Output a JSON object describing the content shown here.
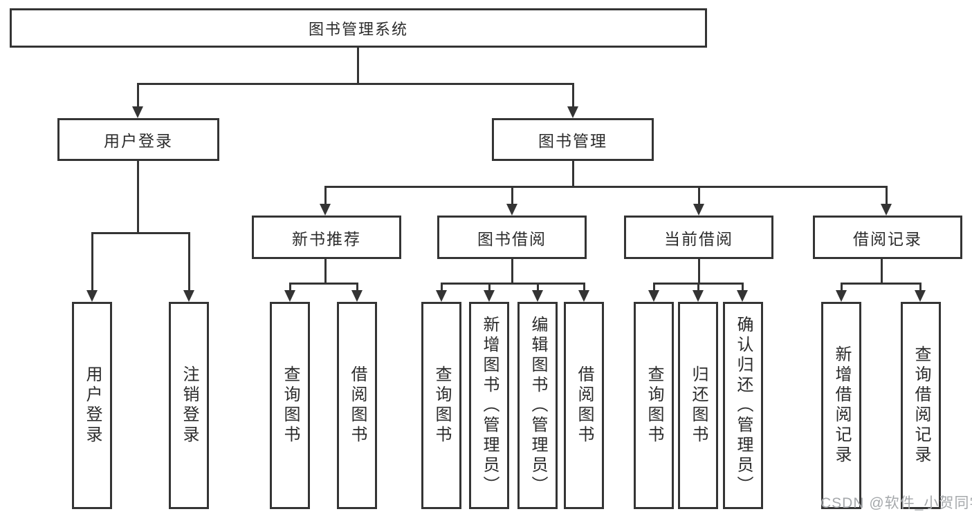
{
  "diagram": {
    "root": {
      "label": "图书管理系统",
      "children": [
        {
          "label": "用户登录",
          "children": [
            {
              "label": "用户登录"
            },
            {
              "label": "注销登录"
            }
          ]
        },
        {
          "label": "图书管理",
          "children": [
            {
              "label": "新书推荐",
              "children": [
                {
                  "label": "查询图书"
                },
                {
                  "label": "借阅图书"
                }
              ]
            },
            {
              "label": "图书借阅",
              "children": [
                {
                  "label": "查询图书"
                },
                {
                  "label": "新增图书（管理员）"
                },
                {
                  "label": "编辑图书（管理员）"
                },
                {
                  "label": "借阅图书"
                }
              ]
            },
            {
              "label": "当前借阅",
              "children": [
                {
                  "label": "查询图书"
                },
                {
                  "label": "归还图书"
                },
                {
                  "label": "确认归还（管理员）"
                }
              ]
            },
            {
              "label": "借阅记录",
              "children": [
                {
                  "label": "新增借阅记录"
                },
                {
                  "label": "查询借阅记录"
                }
              ]
            }
          ]
        }
      ]
    }
  },
  "watermark": {
    "text": "CSDN @软件_小贺同学"
  },
  "colors": {
    "line": "#343434",
    "node_text": "#2b2b2b",
    "watermark": "#a5a8ab",
    "background": "#ffffff"
  }
}
